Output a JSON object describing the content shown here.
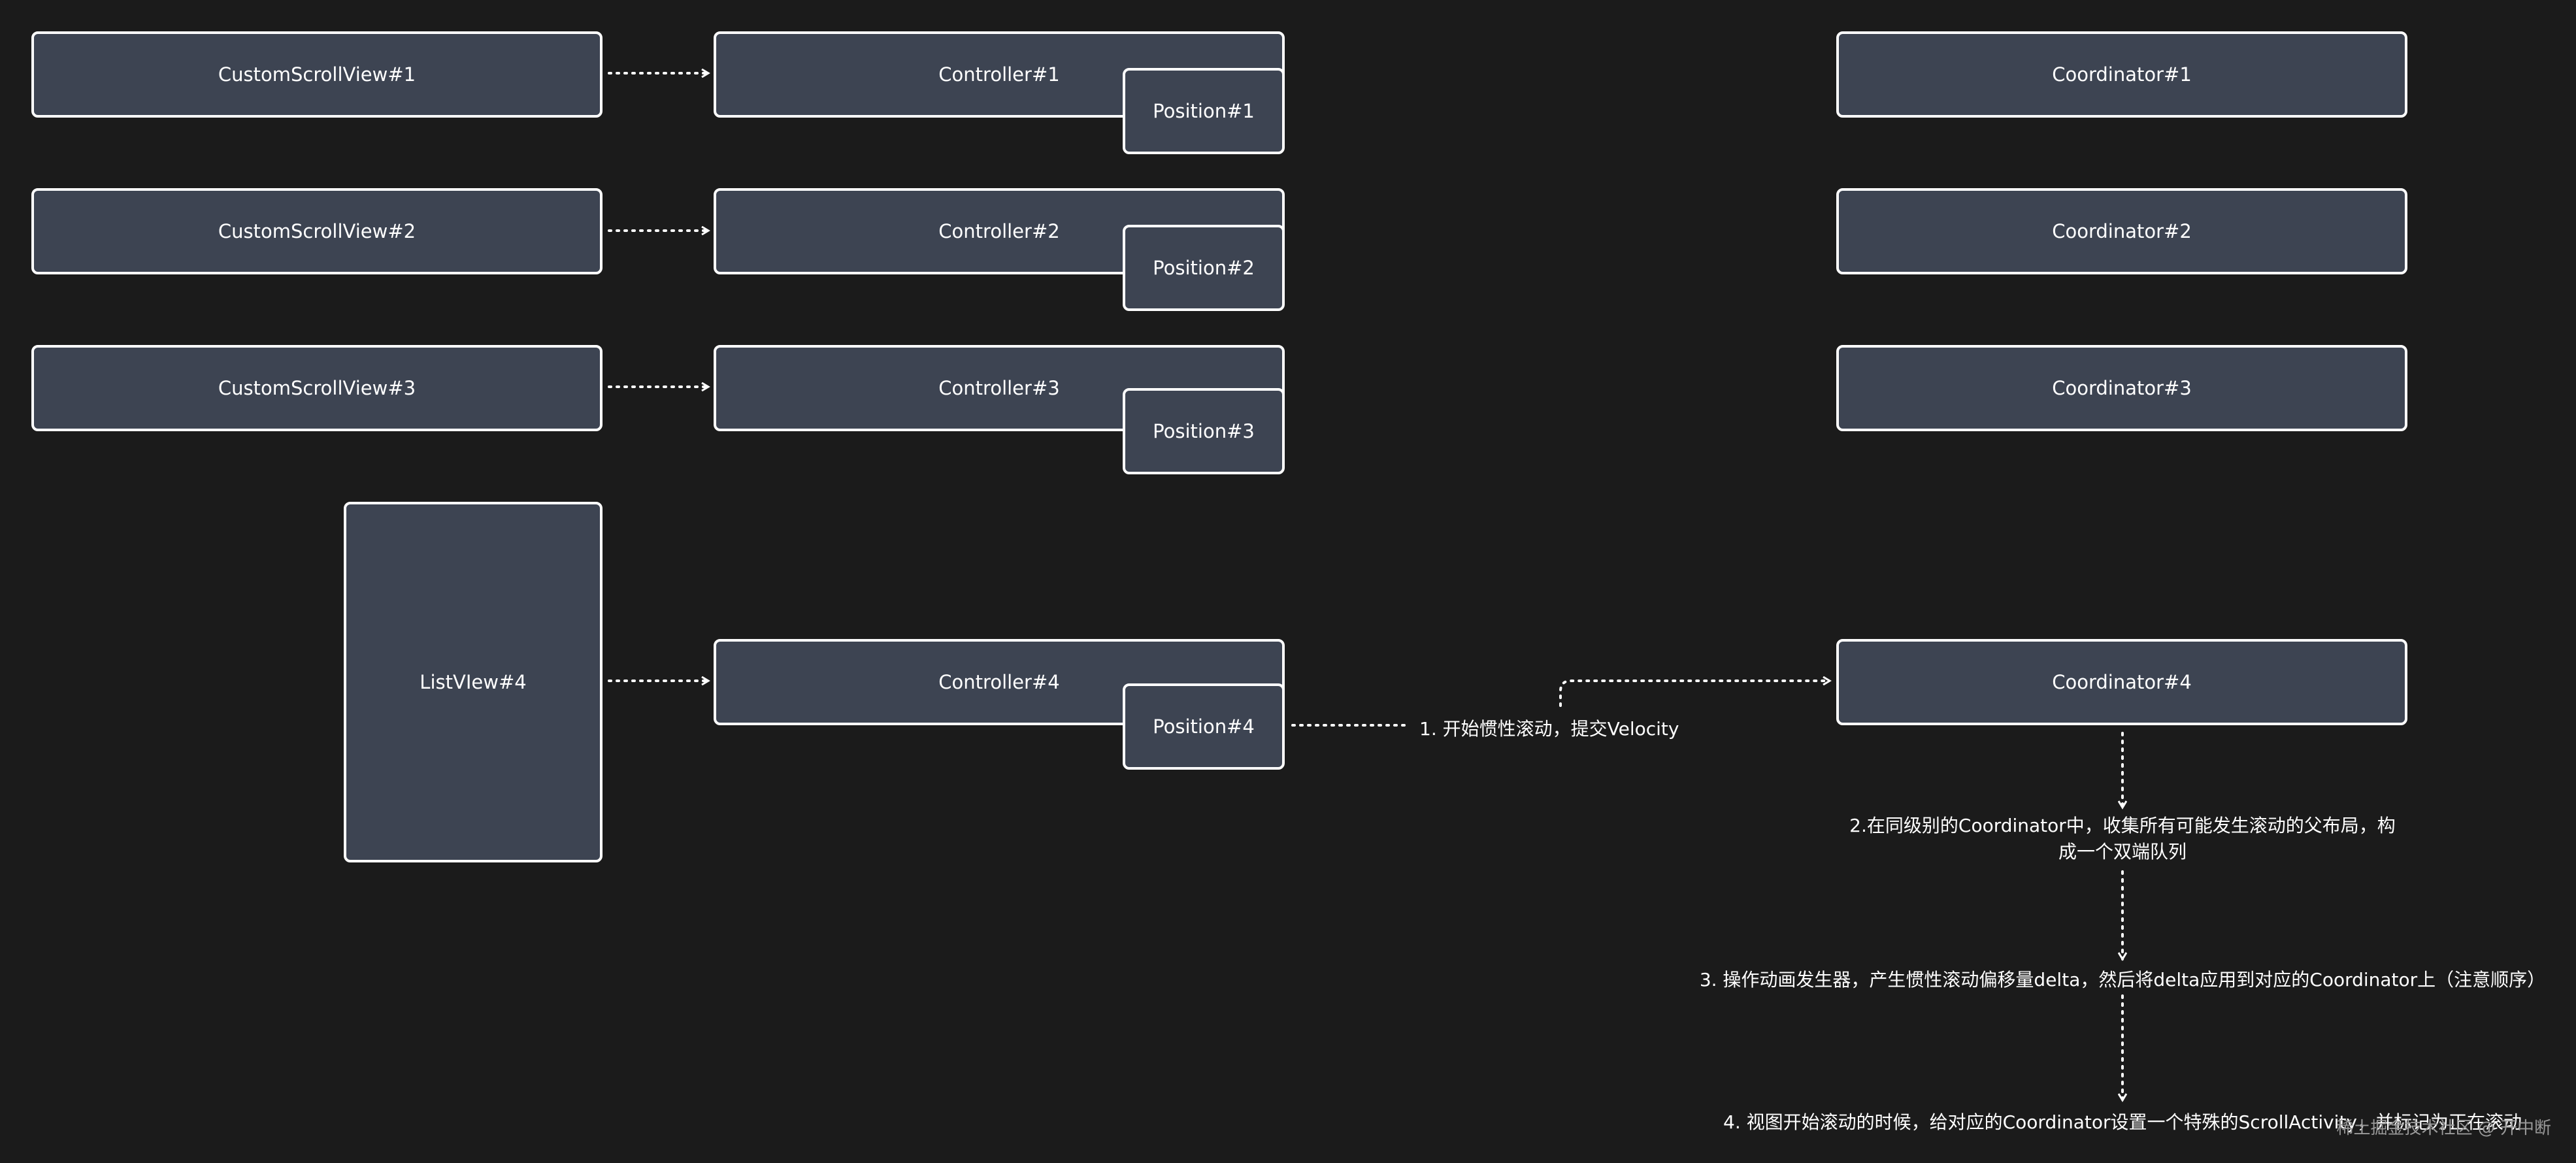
{
  "nodes": {
    "scroll_view_1": "CustomScrollView#1",
    "scroll_view_2": "CustomScrollView#2",
    "scroll_view_3": "CustomScrollView#3",
    "list_view_4": "ListVIew#4",
    "controller_1": "Controller#1",
    "controller_2": "Controller#2",
    "controller_3": "Controller#3",
    "controller_4": "Controller#4",
    "position_1": "Position#1",
    "position_2": "Position#2",
    "position_3": "Position#3",
    "position_4": "Position#4",
    "coordinator_1": "Coordinator#1",
    "coordinator_2": "Coordinator#2",
    "coordinator_3": "Coordinator#3",
    "coordinator_4": "Coordinator#4"
  },
  "steps": {
    "step_1": "1. 开始惯性滚动，提交Velocity",
    "step_2": "2.在同级别的Coordinator中，收集所有可能发生滚动的父布局，构成一个双端队列",
    "step_3": "3. 操作动画发生器，产生惯性滚动偏移量delta，然后将delta应用到对应的Coordinator上（注意顺序）",
    "step_4": "4. 视图开始滚动的时候，给对应的Coordinator设置一个特殊的ScrollActivity，并标记为正在滚动"
  },
  "watermark": "稀土掘金技术社区 @ 开中断",
  "colors": {
    "background": "#1b1b1b",
    "node_fill": "#3d4452",
    "node_border": "#ffffff",
    "connector": "#ffffff"
  }
}
